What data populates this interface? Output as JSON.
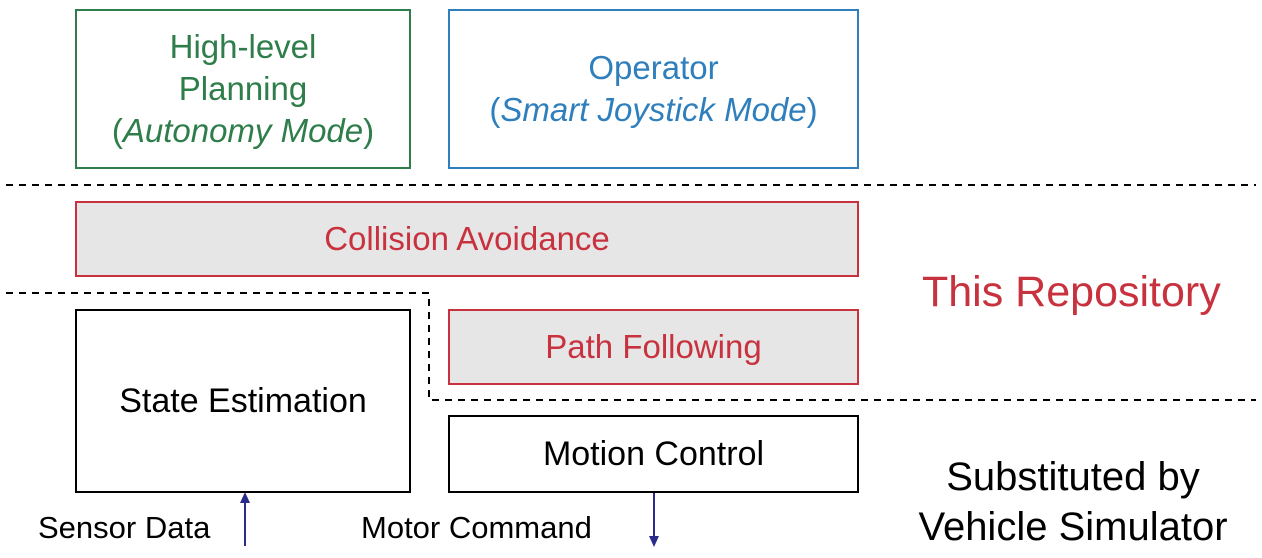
{
  "layers": {
    "planning": {
      "line1": "High-level",
      "line2": "Planning",
      "paren_open": "(",
      "mode": "Autonomy Mode",
      "paren_close": ")"
    },
    "operator": {
      "line1": "Operator",
      "paren_open": "(",
      "mode": "Smart Joystick Mode",
      "paren_close": ")"
    },
    "collision_avoidance": "Collision Avoidance",
    "path_following": "Path Following",
    "state_estimation": "State Estimation",
    "motion_control": "Motion Control"
  },
  "annotations": {
    "this_repository": "This Repository",
    "substituted_line1": "Substituted by",
    "substituted_line2": "Vehicle Simulator",
    "sensor_data": "Sensor Data",
    "motor_command": "Motor Command"
  },
  "colors": {
    "planning": "#2e7d4a",
    "operator": "#2f7fbd",
    "repository": "#c8323e",
    "repository_fill": "#e6e6e6",
    "arrow": "#2b2b8c"
  }
}
